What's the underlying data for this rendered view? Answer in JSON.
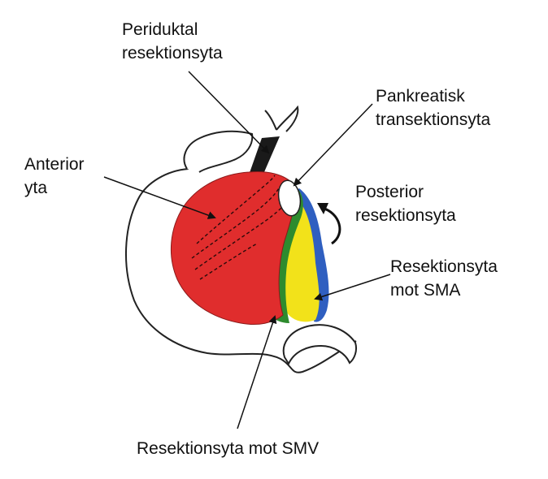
{
  "labels": {
    "periductal": {
      "line1": "Periduktal",
      "line2": "resektionsyta"
    },
    "pancreatic": {
      "line1": "Pankreatisk",
      "line2": "transektionsyta"
    },
    "anterior": {
      "line1": "Anterior",
      "line2": "yta"
    },
    "posterior": {
      "line1": "Posterior",
      "line2": "resektionsyta"
    },
    "sma": {
      "line1": "Resektionsyta",
      "line2": "mot SMA"
    },
    "smv": {
      "line1": "Resektionsyta mot SMV"
    }
  },
  "colors": {
    "anterior_surface": "#e02d2d",
    "smv_margin": "#2e8b2e",
    "sma_margin": "#f2e21a",
    "posterior_margin": "#2f5fc0",
    "bile_duct": "#1a1a1a",
    "outline": "#222222"
  }
}
